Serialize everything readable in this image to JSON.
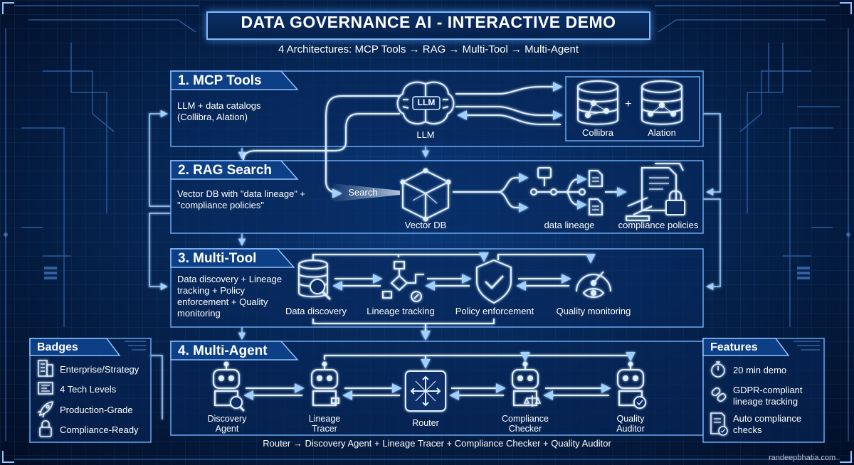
{
  "header": {
    "title": "DATA GOVERNANCE AI - INTERACTIVE DEMO",
    "subtitle": "4 Architectures: MCP Tools → RAG → Multi-Tool → Multi-Agent"
  },
  "sections": {
    "mcp": {
      "title": "1. MCP Tools",
      "description": "LLM + data catalogs (Collibra, Alation)",
      "llm_badge": "LLM",
      "llm_label": "LLM",
      "catalog_a": "Collibra",
      "catalog_b": "Alation",
      "plus": "+"
    },
    "rag": {
      "title": "2. RAG Search",
      "description": "Vector DB with \"data lineage\" + \"compliance policies\"",
      "search_label": "Search",
      "vector_db_label": "Vector DB",
      "lineage_label": "data lineage",
      "policies_label": "compliance policies"
    },
    "multitool": {
      "title": "3. Multi-Tool",
      "description": "Data discovery + Lineage tracking + Policy enforcement + Quality monitoring",
      "tools": [
        "Data discovery",
        "Lineage tracking",
        "Policy enforcement",
        "Quality monitoring"
      ]
    },
    "multiagent": {
      "title": "4. Multi-Agent",
      "agents": [
        {
          "line1": "Discovery",
          "line2": "Agent"
        },
        {
          "line1": "Lineage",
          "line2": "Tracer"
        },
        {
          "line1": "Router",
          "line2": ""
        },
        {
          "line1": "Compliance",
          "line2": "Checker"
        },
        {
          "line1": "Quality",
          "line2": "Auditor"
        }
      ],
      "footer": "Router → Discovery Agent + Lineage Tracer + Compliance Checker + Quality Auditor"
    }
  },
  "badges": {
    "title": "Badges",
    "items": [
      {
        "label": "Enterprise/Strategy",
        "icon": "building-icon"
      },
      {
        "label": "4 Tech Levels",
        "icon": "chip-icon"
      },
      {
        "label": "Production-Grade",
        "icon": "rocket-icon"
      },
      {
        "label": "Compliance-Ready",
        "icon": "lock-icon"
      }
    ]
  },
  "features": {
    "title": "Features",
    "items": [
      {
        "line1": "20 min demo",
        "line2": "",
        "icon": "stopwatch-icon"
      },
      {
        "line1": "GDPR-compliant",
        "line2": "lineage tracking",
        "icon": "link-icon"
      },
      {
        "line1": "Auto compliance",
        "line2": "checks",
        "icon": "checklist-icon"
      }
    ]
  },
  "watermark": "randeepbhatia.com",
  "colors": {
    "background": "#041a3d",
    "accent": "#7fb8ff",
    "box_border": "#6aa8f0",
    "title_fill": "#0d3f86"
  }
}
